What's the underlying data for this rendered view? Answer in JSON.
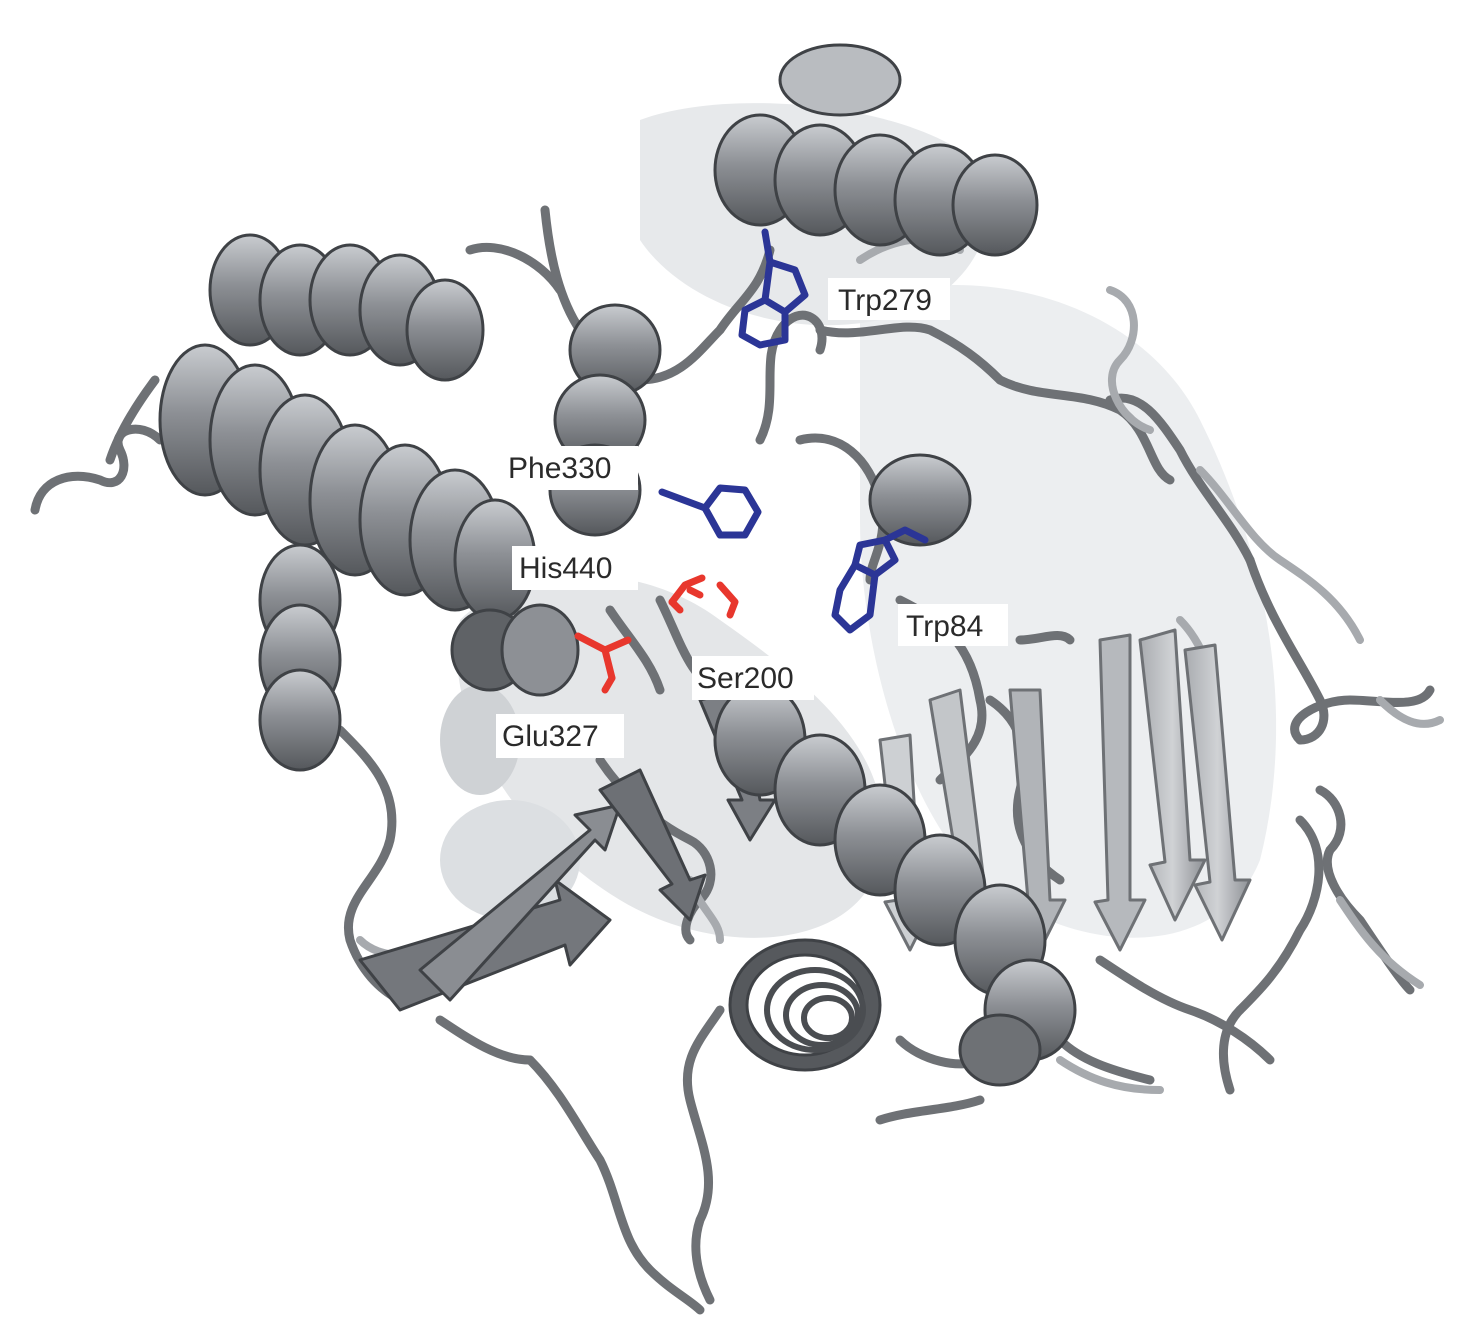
{
  "figure": {
    "colors": {
      "protein_dark": "#5f6266",
      "protein_mid": "#8d9095",
      "protein_light": "#b9bcc0",
      "protein_faint": "#d6d8db",
      "aromatic_residue": "#2b3596",
      "catalytic_residue": "#e8372d",
      "label_text": "#2a2a2a"
    },
    "labels": {
      "trp279": "Trp279",
      "phe330": "Phe330",
      "his440": "His440",
      "trp84": "Trp84",
      "ser200": "Ser200",
      "glu327": "Glu327"
    }
  }
}
